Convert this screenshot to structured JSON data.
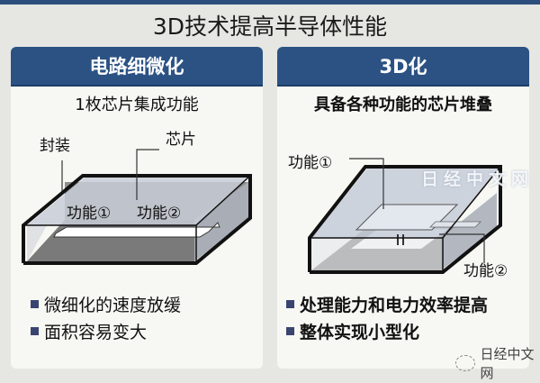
{
  "title": "3D技术提高半导体性能",
  "colors": {
    "header_bg": "#2b5283",
    "top_bar": "#2b4e7c",
    "background": "#e6e6e2",
    "panel_bg": "#f7f7f3",
    "bullet": "#3a4470"
  },
  "left_panel": {
    "header": "电路细微化",
    "subtitle": "1枚芯片集成功能",
    "labels": {
      "package": "封装",
      "chip": "芯片",
      "function1": "功能①",
      "function2": "功能②"
    },
    "bullets": [
      "微细化的速度放缓",
      "面积容易变大"
    ]
  },
  "right_panel": {
    "header": "3D化",
    "subtitle": "具备各种功能的芯片堆叠",
    "labels": {
      "function1": "功能①",
      "function2": "功能②"
    },
    "bullets": [
      "处理能力和电力效率提高",
      "整体实现小型化"
    ]
  },
  "watermarks": {
    "diagram": "日经中文网",
    "footer": "日经中文网"
  }
}
